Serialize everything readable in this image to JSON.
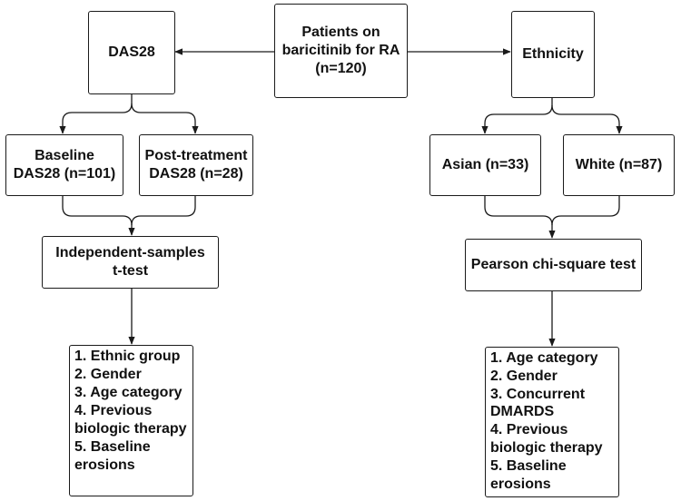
{
  "nodes": {
    "root": [
      "Patients on",
      "baricitinib for RA",
      "(n=120)"
    ],
    "das28": [
      "DAS28"
    ],
    "ethnicity": [
      "Ethnicity"
    ],
    "baseline": [
      "Baseline",
      "DAS28 (n=101)"
    ],
    "post": [
      "Post-treatment",
      "DAS28 (n=28)"
    ],
    "asian": [
      "Asian (n=33)"
    ],
    "white": [
      "White (n=87)"
    ],
    "ttest": [
      "Independent-samples",
      "t-test"
    ],
    "chisq": [
      "Pearson chi-square test"
    ],
    "list_left": [
      "1. Ethnic group",
      "2. Gender",
      "3. Age category",
      "4. Previous",
      "biologic therapy",
      "5. Baseline",
      "erosions"
    ],
    "list_right": [
      "1. Age category",
      "2. Gender",
      "3. Concurrent",
      "DMARDS",
      "4. Previous",
      "biologic therapy",
      "5. Baseline",
      "erosions"
    ]
  }
}
